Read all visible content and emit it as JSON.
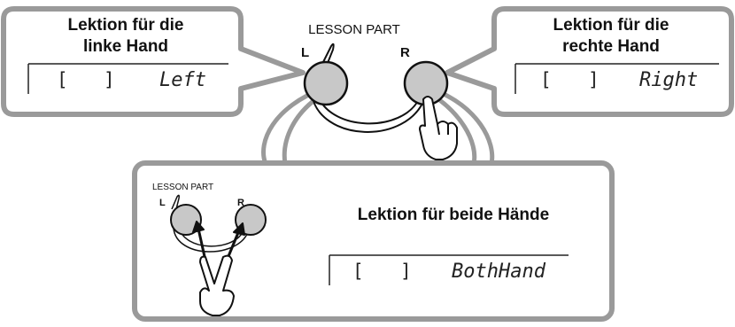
{
  "lesson_part_label": "LESSON PART",
  "left_button_letter": "L",
  "right_button_letter": "R",
  "left_box": {
    "title_line1": "Lektion für die",
    "title_line2": "linke Hand",
    "display_open": "[",
    "display_close": "]",
    "display_value": "Left"
  },
  "right_box": {
    "title_line1": "Lektion für die",
    "title_line2": "rechte Hand",
    "display_open": "[",
    "display_close": "]",
    "display_value": "Right"
  },
  "both_box": {
    "lesson_part_label": "LESSON PART",
    "left_button_letter": "L",
    "right_button_letter": "R",
    "title": "Lektion für beide Hände",
    "display_open": "[",
    "display_close": "]",
    "display_value": "BothHand"
  },
  "colors": {
    "callout_stroke": "#9a9a9a",
    "button_fill": "#c8c8c8",
    "ink": "#111111"
  }
}
